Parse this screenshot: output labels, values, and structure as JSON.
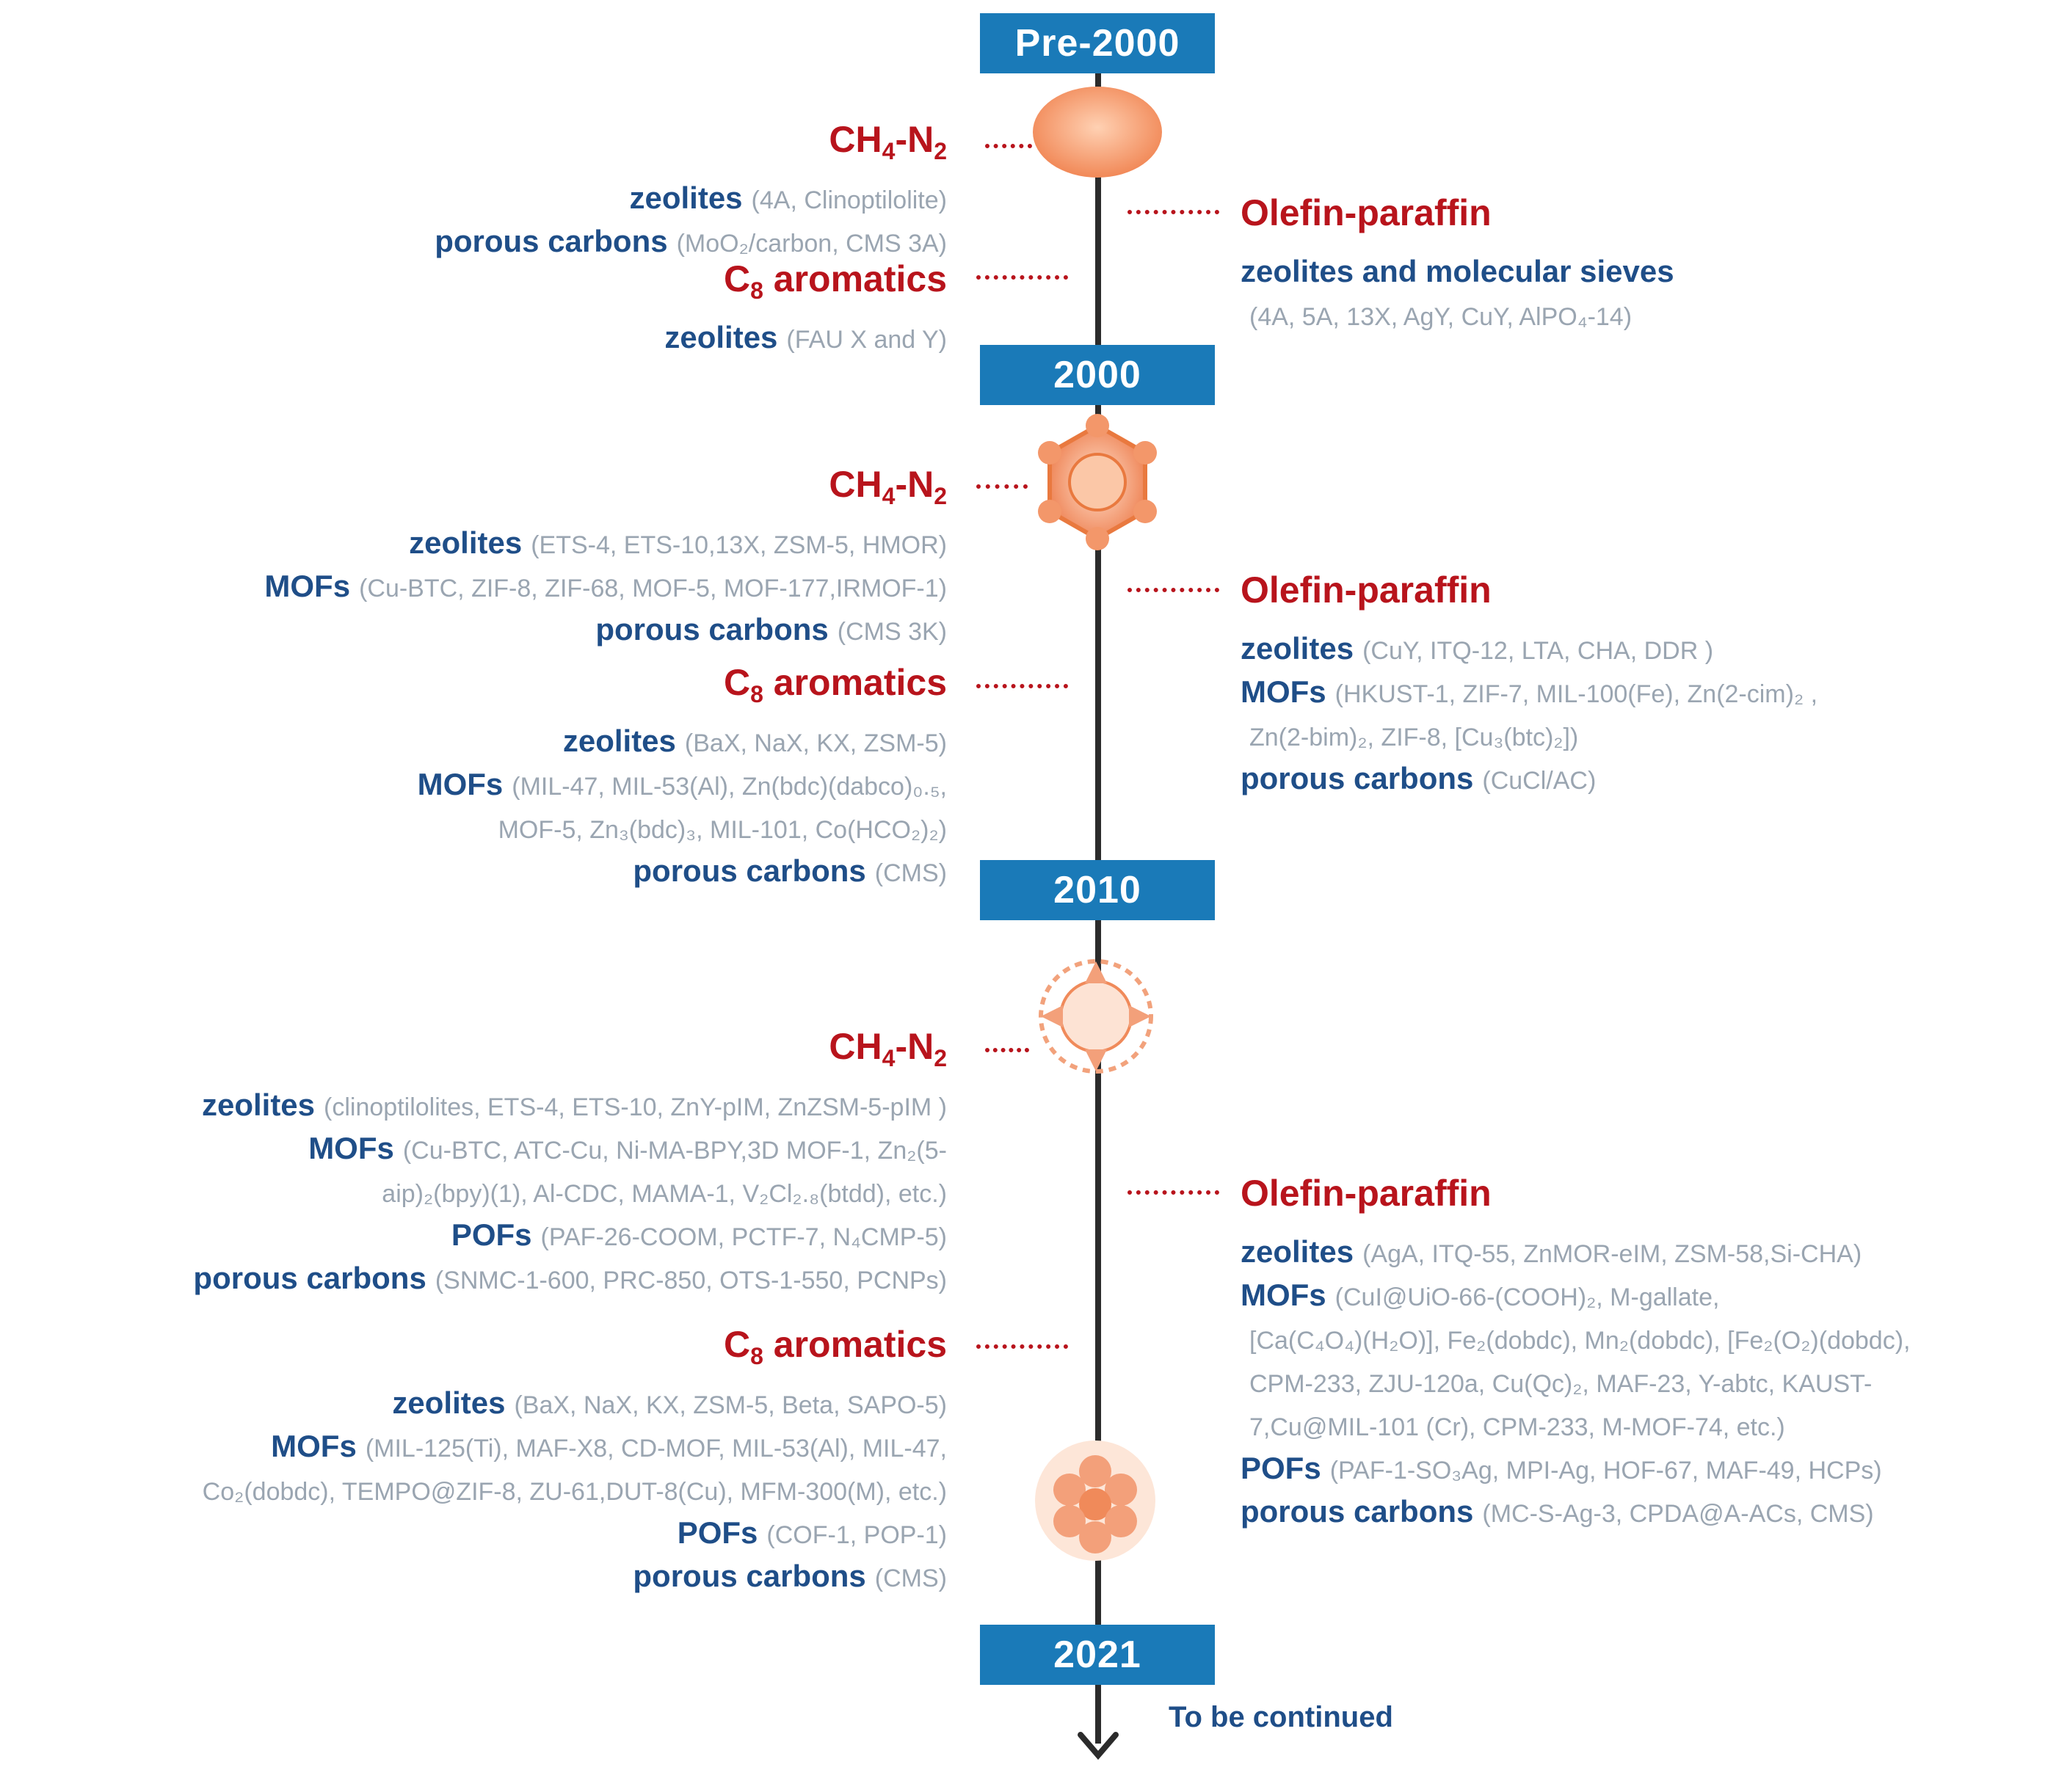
{
  "years": [
    "Pre-2000",
    "2000",
    "2010",
    "2021"
  ],
  "footer": "To be continued",
  "colors": {
    "year_box": "#1a7ab8",
    "heading": "#b8141c",
    "category": "#1f4e88",
    "detail": "#9aa5b1",
    "structure": "#f08a5a"
  },
  "periods": [
    {
      "left": [
        {
          "heading": {
            "a": "CH",
            "b": "4",
            "c": "-N",
            "d": "2"
          },
          "lines": [
            {
              "cat": "zeolites",
              "detail": "(4A, Clinoptilolite)"
            },
            {
              "cat": "porous carbons",
              "detail": "(MoO₂/carbon, CMS 3A)"
            }
          ]
        },
        {
          "heading": {
            "a": "C",
            "b": "8",
            "c": " aromatics",
            "d": ""
          },
          "lines": [
            {
              "cat": "zeolites",
              "detail": "(FAU X and Y)"
            }
          ]
        }
      ],
      "right": [
        {
          "heading": {
            "a": "Olefin-paraffin",
            "b": "",
            "c": "",
            "d": ""
          },
          "lines": [
            {
              "cat": "zeolites and molecular sieves",
              "detail": ""
            },
            {
              "cat": "",
              "detail": "(4A, 5A, 13X, AgY, CuY, AlPO₄-14)"
            }
          ]
        }
      ]
    },
    {
      "left": [
        {
          "heading": {
            "a": "CH",
            "b": "4",
            "c": "-N",
            "d": "2"
          },
          "lines": [
            {
              "cat": "zeolites",
              "detail": "(ETS-4, ETS-10,13X, ZSM-5, HMOR)"
            },
            {
              "cat": "MOFs",
              "detail": "(Cu-BTC, ZIF-8, ZIF-68, MOF-5, MOF-177,IRMOF-1)"
            },
            {
              "cat": "porous carbons",
              "detail": "(CMS 3K)"
            }
          ]
        },
        {
          "heading": {
            "a": "C",
            "b": "8",
            "c": " aromatics",
            "d": ""
          },
          "lines": [
            {
              "cat": "zeolites",
              "detail": "(BaX, NaX, KX, ZSM-5)"
            },
            {
              "cat": "MOFs",
              "detail": "(MIL-47, MIL-53(Al), Zn(bdc)(dabco)₀.₅,"
            },
            {
              "cat": "",
              "detail": "MOF-5, Zn₃(bdc)₃, MIL-101, Co(HCO₂)₂)"
            },
            {
              "cat": "porous carbons",
              "detail": "(CMS)"
            }
          ]
        }
      ],
      "right": [
        {
          "heading": {
            "a": "Olefin-paraffin",
            "b": "",
            "c": "",
            "d": ""
          },
          "lines": [
            {
              "cat": "zeolites",
              "detail": "(CuY, ITQ-12, LTA, CHA, DDR )"
            },
            {
              "cat": "MOFs",
              "detail": "(HKUST-1, ZIF-7, MIL-100(Fe), Zn(2-cim)₂ ,"
            },
            {
              "cat": "",
              "detail": "Zn(2-bim)₂, ZIF-8, [Cu₃(btc)₂])"
            },
            {
              "cat": "porous carbons",
              "detail": "(CuCl/AC)"
            }
          ]
        }
      ]
    },
    {
      "left": [
        {
          "heading": {
            "a": "CH",
            "b": "4",
            "c": "-N",
            "d": "2"
          },
          "lines": [
            {
              "cat": "zeolites",
              "detail": "(clinoptilolites, ETS-4, ETS-10, ZnY-pIM, ZnZSM-5-pIM )"
            },
            {
              "cat": "MOFs",
              "detail": "(Cu-BTC, ATC-Cu, Ni-MA-BPY,3D MOF-1, Zn₂(5-"
            },
            {
              "cat": "",
              "detail": "aip)₂(bpy)(1),  Al-CDC, MAMA-1, V₂Cl₂.₈(btdd), etc.)"
            },
            {
              "cat": "POFs",
              "detail": "(PAF-26-COOM, PCTF-7, N₄CMP-5)"
            },
            {
              "cat": "porous carbons",
              "detail": "(SNMC-1-600, PRC-850, OTS-1-550, PCNPs)"
            }
          ]
        },
        {
          "heading": {
            "a": "C",
            "b": "8",
            "c": " aromatics",
            "d": ""
          },
          "lines": [
            {
              "cat": "zeolites",
              "detail": "(BaX, NaX, KX, ZSM-5, Beta, SAPO-5)"
            },
            {
              "cat": "MOFs",
              "detail": "(MIL-125(Ti), MAF-X8, CD-MOF, MIL-53(Al), MIL-47,"
            },
            {
              "cat": "",
              "detail": "Co₂(dobdc), TEMPO@ZIF-8, ZU-61,DUT-8(Cu), MFM-300(M), etc.)"
            },
            {
              "cat": "POFs",
              "detail": "(COF-1, POP-1)"
            },
            {
              "cat": "porous carbons",
              "detail": "(CMS)"
            }
          ]
        }
      ],
      "right": [
        {
          "heading": {
            "a": "Olefin-paraffin",
            "b": "",
            "c": "",
            "d": ""
          },
          "lines": [
            {
              "cat": "zeolites",
              "detail": "(AgA, ITQ-55, ZnMOR-eIM, ZSM-58,Si-CHA)"
            },
            {
              "cat": "MOFs",
              "detail": "(CuI@UiO-66-(COOH)₂, M-gallate,"
            },
            {
              "cat": "",
              "detail": "[Ca(C₄O₄)(H₂O)], Fe₂(dobdc), Mn₂(dobdc), [Fe₂(O₂)(dobdc),"
            },
            {
              "cat": "",
              "detail": "CPM-233, ZJU-120a, Cu(Qc)₂,  MAF-23, Y-abtc, KAUST-"
            },
            {
              "cat": "",
              "detail": "7,Cu@MIL-101 (Cr), CPM-233, M-MOF-74, etc.)"
            },
            {
              "cat": "POFs",
              "detail": "(PAF-1-SO₃Ag, MPI-Ag, HOF-67, MAF-49, HCPs)"
            },
            {
              "cat": "porous carbons",
              "detail": "(MC-S-Ag-3, CPDA@A-ACs, CMS)"
            }
          ]
        }
      ]
    }
  ]
}
